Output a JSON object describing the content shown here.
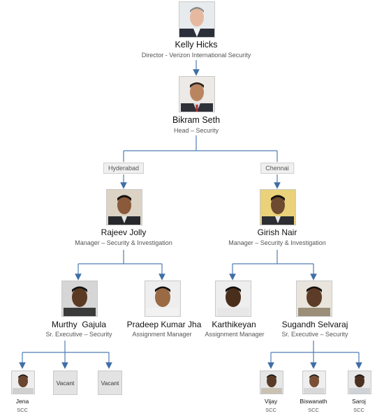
{
  "director": {
    "name": "Kelly Hicks",
    "title": "Director - Verizon International Security"
  },
  "head": {
    "name": "Bikram Seth",
    "title": "Head – Security"
  },
  "locations": {
    "hyderabad": "Hyderabad",
    "chennai": "Chennai"
  },
  "managers": {
    "rajeev": {
      "name": "Rajeev Jolly",
      "title": "Manager – Security & Investigation"
    },
    "girish": {
      "name": "Girish Nair",
      "title": "Manager – Security & Investigation"
    }
  },
  "staff": {
    "murthy": {
      "name": "Murthy  Gajula",
      "title": "Sr. Executive – Security"
    },
    "pradeep": {
      "name": "Pradeep Kumar Jha",
      "title": "Assignment Manager"
    },
    "karthikeyan": {
      "name": "Karthikeyan",
      "title": "Assignment Manager"
    },
    "sugandh": {
      "name": "Sugandh Selvaraj",
      "title": "Sr. Executive – Security"
    }
  },
  "scc": {
    "jena": {
      "name": "Jena",
      "title": "SCC"
    },
    "vacant1": {
      "label": "Vacant"
    },
    "vacant2": {
      "label": "Vacant"
    },
    "vijay": {
      "name": "Vijay",
      "title": "SCC"
    },
    "biswanath": {
      "name": "Biswanath",
      "title": "SCC"
    },
    "saroj": {
      "name": "Saroj",
      "title": "SCC"
    }
  },
  "colors": {
    "connector": "#4f7db3",
    "arrow": "#3f6ea6"
  }
}
